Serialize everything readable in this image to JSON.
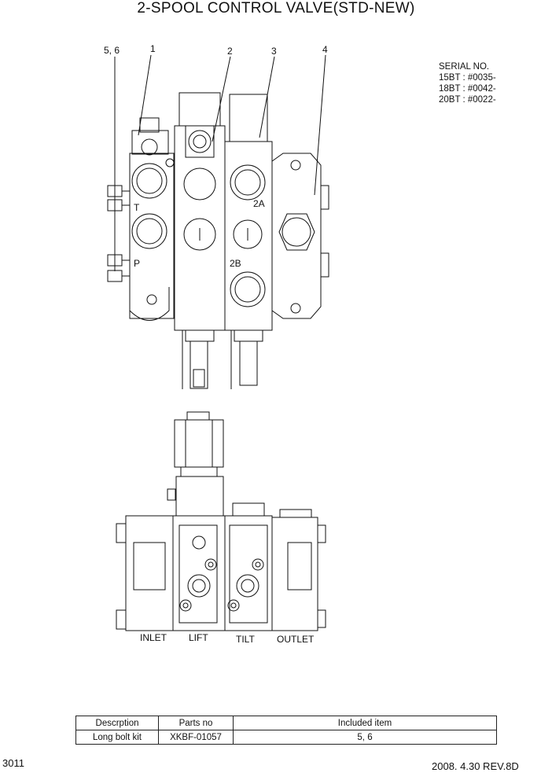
{
  "title": "2-SPOOL CONTROL VALVE(STD-NEW)",
  "callouts": [
    "5, 6",
    "1",
    "2",
    "3",
    "4"
  ],
  "serial": {
    "heading": "SERIAL NO.",
    "lines": [
      "15BT : #0035-",
      "18BT : #0042-",
      "20BT : #0022-"
    ]
  },
  "ports": {
    "t": "T",
    "p": "P",
    "a2": "2A",
    "b2": "2B"
  },
  "sections": {
    "inlet": "INLET",
    "lift": "LIFT",
    "tilt": "TILT",
    "outlet": "OUTLET"
  },
  "parts_table": {
    "headers": [
      "Descrption",
      "Parts no",
      "Included item"
    ],
    "row": [
      "Long bolt kit",
      "XKBF-01057",
      "5, 6"
    ]
  },
  "footer": {
    "page": "3011",
    "date_rev": "2008. 4.30  REV.8D"
  }
}
